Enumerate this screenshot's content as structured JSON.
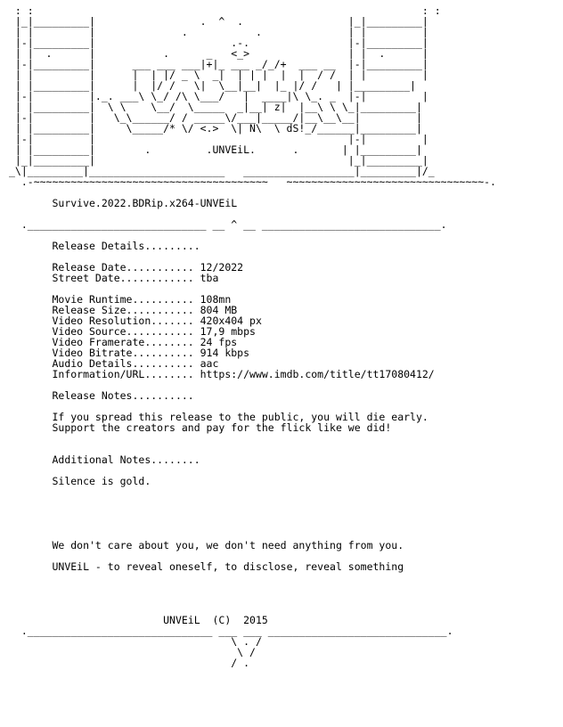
{
  "header_art": " : :                                                               : :\n |_|_________|                 .  ^  .                 |_|_________|\n | |         |              .           .              | |         |\n |-|_________|                      .-.                |-|_________|\n | |  .      |           .      _   <_>                | |  .      |\n |-|_________|      ___ ___ ___|+|_ ___ _/_/+  ___ __  |-|_________|\n | |         |      |  | |/ _ \\  _|  | | |  |  |  / /  | |         |\n | |_________|      |  |/ /   \\|  \\__|__|  |_ |/ /   | |_________|\n |-|         |._. ___\\ \\_/ /\\ \\___/   |  ____|\\ \\_. _  |-|         |\n | |_________|  \\ \\    \\__/  \\_____  _|__| z|  |__\\ \\ \\_|_________|\n |-|         |   \\_\\______/ / _____\\/___|_____/|__\\__\\__|         |\n | |_________|     \\_____/* \\/ <.>  \\| N\\  \\ dS!_/______|_________|\n |-|         |                                         |-|         |\n | |_________|        .         .UNVEiL.      .       | |_________|\n |_|_________|                                         |_|_________|\n_\\|_________|______________________   __________________|_________|/_",
  "release_title": "Survive.2022.BDRip.x264-UNVEiL",
  "frame_top": "  .-~~~~~~~~~~~~~~~~~~~~~~~~~~~~~~~~~~~~~~   ~~~~~~~~~~~~~~~~~~~~~~~~~~~~~~~~-. ",
  "divider": "  ._____________________________ __ ^ __ _____________________________.",
  "details": {
    "heading": "Release Details.........",
    "release_date": "Release Date........... 12/2022",
    "street_date": "Street Date............ tba",
    "runtime": "Movie Runtime.......... 108mn",
    "size": "Release Size........... 804 MB",
    "resolution": "Video Resolution....... 420x404 px",
    "source": "Video Source........... 17,9 mbps",
    "framerate": "Video Framerate........ 24 fps",
    "bitrate": "Video Bitrate.......... 914 kbps",
    "audio": "Audio Details.......... aac",
    "info": "Information/URL........ https://www.imdb.com/title/tt17080412/"
  },
  "notes": {
    "heading": "Release Notes..........",
    "line1": "If you spread this release to the public, you will die early.",
    "line2": "Support the creators and pay for the flick like we did!"
  },
  "additional": {
    "heading": "Additional Notes........",
    "line1": "Silence is gold."
  },
  "tagline1": "We don't care about you, we don't need anything from you.",
  "tagline2": "UNVEiL - to reveal oneself, to disclose, reveal something",
  "footer": "UNVEiL  (C)  2015",
  "footer_art": "  .______________________________ ___ ___ _____________________________.\n                                    \\ . /\n                                     \\ /\n                                    / .",
  "colors": {
    "background": "#ffffff",
    "text": "#000000"
  }
}
